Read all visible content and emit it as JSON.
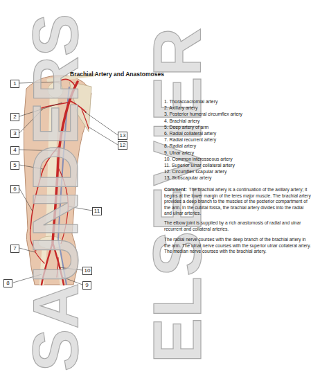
{
  "diagram": {
    "title": "Brachial Artery and Anastomoses",
    "nodes": [
      {
        "text": [
          "1"
        ]
      },
      {
        "text": [
          "2"
        ]
      },
      {
        "text": [
          "3"
        ]
      },
      {
        "text": [
          "4"
        ]
      },
      {
        "text": [
          "5"
        ]
      },
      {
        "text": [
          "6"
        ]
      },
      {
        "text": [
          "7"
        ]
      },
      {
        "text": [
          "8"
        ]
      },
      {
        "text": [
          "9"
        ]
      },
      {
        "text": [
          "10"
        ]
      },
      {
        "text": [
          "11"
        ]
      },
      {
        "text": [
          "12"
        ]
      },
      {
        "text": [
          "13"
        ]
      }
    ],
    "labels": [
      "1. Thoracoacromial artery",
      "2. Axillary artery",
      "3. Posterior humeral circumflex artery",
      "4. Brachial artery",
      "5. Deep artery of arm",
      "6. Radial collateral artery",
      "7. Radial recurrent artery",
      "8. Radial artery",
      "9. Ulnar artery",
      "10. Common interosseous artery",
      "11. Superior ulnar collateral artery",
      "12. Circumflex scapular artery",
      "13. Subscapular artery",
      "Comment:",
      "The brachial artery is a continuation of the axillary artery; it begins at the lower margin of the teres major muscle. The brachial artery provides a deep branch to the muscles of the posterior compartment of the arm. In the cubital fossa, the brachial artery divides into the radial and ulnar arteries.",
      "The elbow joint is supplied by a rich anastomosis of radial and ulnar recurrent and collateral arteries.",
      "The radial nerve courses with the deep branch of the brachial artery in the arm. The ulnar nerve courses with the superior ulnar collateral artery. The median nerve courses with the brachial artery.",
      "SAUNDERS",
      "ELSEVIER"
    ]
  }
}
